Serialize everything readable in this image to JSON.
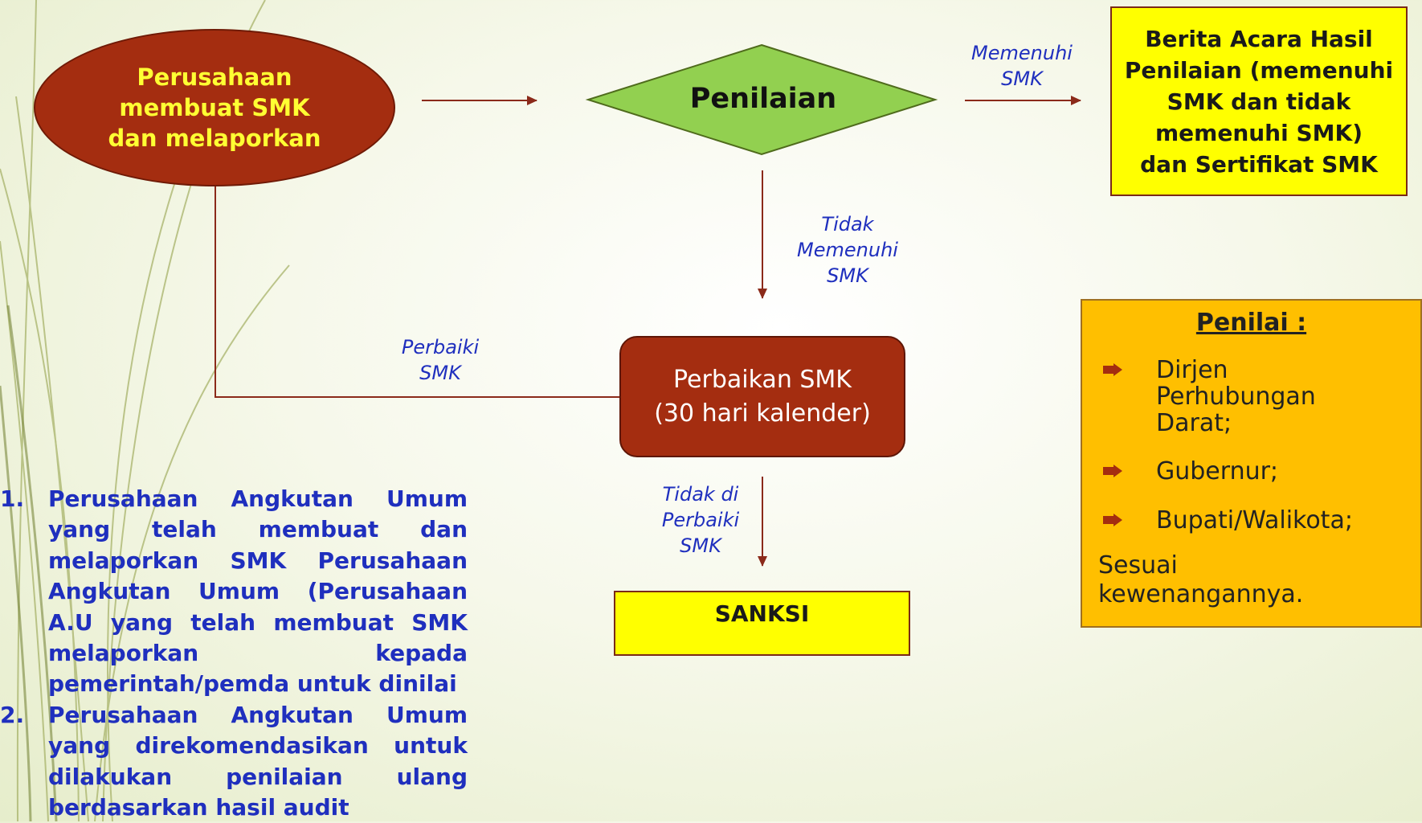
{
  "nodes": {
    "start": {
      "lines": [
        "Perusahaan",
        "membuat SMK",
        "dan melaporkan"
      ]
    },
    "decision": {
      "label": "Penilaian"
    },
    "result": {
      "lines": [
        "Berita Acara Hasil",
        "Penilaian (memenuhi",
        "SMK dan tidak",
        "memenuhi SMK)",
        "dan Sertifikat SMK"
      ]
    },
    "fix": {
      "lines": [
        "Perbaikan SMK",
        "(30 hari kalender)"
      ]
    },
    "sanction": {
      "label": "SANKSI"
    }
  },
  "edges": {
    "memenuhi": {
      "lines": [
        "Memenuhi",
        "SMK"
      ]
    },
    "tidak_memenuhi": {
      "lines": [
        "Tidak",
        "Memenuhi",
        "SMK"
      ]
    },
    "perbaiki": {
      "lines": [
        "Perbaiki",
        "SMK"
      ]
    },
    "tidak_diperbaiki": {
      "lines": [
        "Tidak di",
        "Perbaiki",
        "SMK"
      ]
    }
  },
  "penilai": {
    "title": "Penilai :",
    "items": [
      {
        "lines": [
          "Dirjen",
          "Perhubungan",
          "Darat;"
        ]
      },
      {
        "lines": [
          "Gubernur;"
        ]
      },
      {
        "lines": [
          "Bupati/Walikota;"
        ]
      }
    ],
    "note_lines": [
      "Sesuai",
      "kewenangannya."
    ]
  },
  "notes": [
    {
      "num": "1.",
      "text": "Perusahaan Angkutan Umum yang telah membuat dan melaporkan SMK Perusahaan Angkutan Umum (Perusahaan A.U yang telah membuat SMK melaporkan kepada pemerintah/pemda untuk dinilai"
    },
    {
      "num": "2.",
      "text": "Perusahaan Angkutan Umum yang direkomendasikan untuk dilakukan penilaian ulang berdasarkan hasil audit"
    }
  ],
  "colors": {
    "brown": "#a42d10",
    "yellow": "#ffff00",
    "green": "#92d050",
    "orange": "#ffbf00",
    "blue_text": "#1f2fbe",
    "arrow": "#8b2a1a"
  }
}
